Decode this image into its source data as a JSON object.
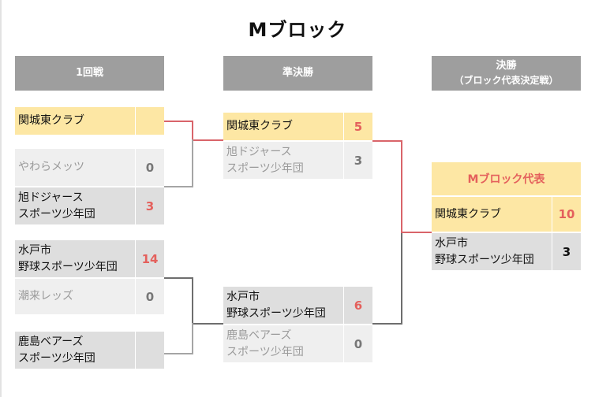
{
  "title": "Mブロック",
  "rounds": {
    "r1": "1回戦",
    "sf": "準決勝",
    "final_line1": "決勝",
    "final_line2": "（ブロック代表決定戦）"
  },
  "round1": {
    "m1": [
      {
        "name": [
          "関城東クラブ"
        ],
        "score": ""
      },
      {
        "name": [
          "やわらメッツ"
        ],
        "score": "0"
      }
    ],
    "m2": [
      {
        "name": [
          "旭ドジャース",
          "スポーツ少年団"
        ],
        "score": "3"
      }
    ],
    "m3": [
      {
        "name": [
          "水戸市",
          "野球スポーツ少年団"
        ],
        "score": "14"
      },
      {
        "name": [
          "潮来レッズ"
        ],
        "score": "0"
      }
    ],
    "m4": [
      {
        "name": [
          "鹿島ベアーズ",
          "スポーツ少年団"
        ],
        "score": ""
      }
    ]
  },
  "semifinal": {
    "top": [
      {
        "name": [
          "関城東クラブ"
        ],
        "score": "5"
      },
      {
        "name": [
          "旭ドジャース",
          "スポーツ少年団"
        ],
        "score": "3"
      }
    ],
    "bottom": [
      {
        "name": [
          "水戸市",
          "野球スポーツ少年団"
        ],
        "score": "6"
      },
      {
        "name": [
          "鹿島ベアーズ",
          "スポーツ少年団"
        ],
        "score": "0"
      }
    ]
  },
  "final": {
    "representative_label": "Mブロック代表",
    "teams": [
      {
        "name": [
          "関城東クラブ"
        ],
        "score": "10"
      },
      {
        "name": [
          "水戸市",
          "野球スポーツ少年団"
        ],
        "score": "3"
      }
    ]
  },
  "colors": {
    "winner_bg": "#fde7a4",
    "winner_score": "#e4605c",
    "header_bg": "#9e9e9e",
    "loser_bg": "#efefef",
    "win_line": "#d9646a"
  }
}
